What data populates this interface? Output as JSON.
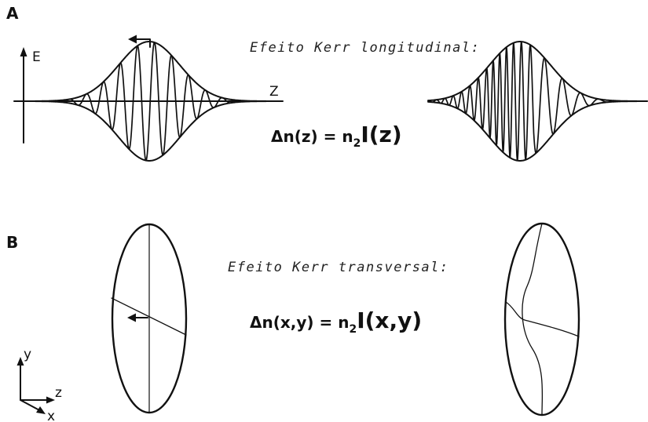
{
  "panel_a": {
    "label": "A",
    "axis_e": "E",
    "axis_z": "Z",
    "caption": "Efeito Kerr longitudinal:",
    "equation": {
      "lhs": "Δn(z) = n",
      "sub": "2",
      "big": "I(z)"
    }
  },
  "panel_b": {
    "label": "B",
    "caption": "Efeito Kerr transversal:",
    "equation": {
      "lhs": "Δn(x,y) = n",
      "sub": "2",
      "big": "I(x,y)"
    },
    "axis_y": "y",
    "axis_z": "z",
    "axis_x": "x"
  }
}
